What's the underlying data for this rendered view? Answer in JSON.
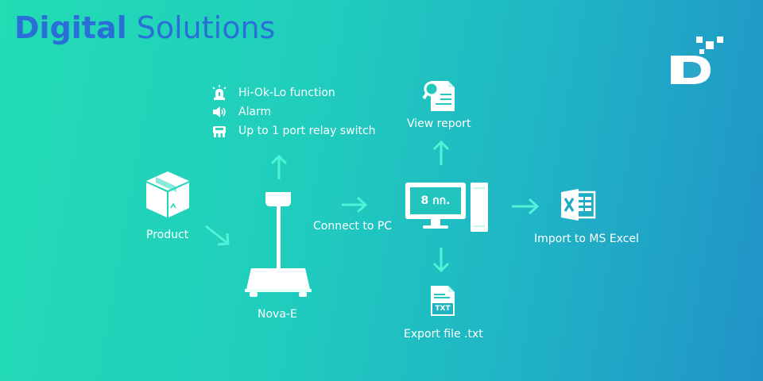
{
  "title": {
    "bold": "Digital",
    "light": "Solutions"
  },
  "logo": {
    "icon": "d-logo-icon"
  },
  "features": [
    {
      "icon": "siren-icon",
      "label": "Hi-Ok-Lo function"
    },
    {
      "icon": "speaker-icon",
      "label": "Alarm"
    },
    {
      "icon": "relay-icon",
      "label": "Up to 1 port relay switch"
    }
  ],
  "nodes": {
    "product": {
      "icon": "box-icon",
      "label": "Product"
    },
    "scale": {
      "icon": "platform-scale-icon",
      "label": "Nova-E"
    },
    "connect": {
      "label": "Connect to PC"
    },
    "pc": {
      "icon": "computer-icon",
      "screen_text": "8 กก."
    },
    "report": {
      "icon": "report-search-icon",
      "label": "View report"
    },
    "excel": {
      "icon": "excel-icon",
      "label": "Import to MS Excel"
    },
    "txt": {
      "icon": "txt-file-icon",
      "label": "Export file .txt",
      "badge": "TXT"
    }
  },
  "colors": {
    "arrow": "#4ff3d6",
    "title": "#2a6fd8",
    "text": "#ffffff"
  }
}
